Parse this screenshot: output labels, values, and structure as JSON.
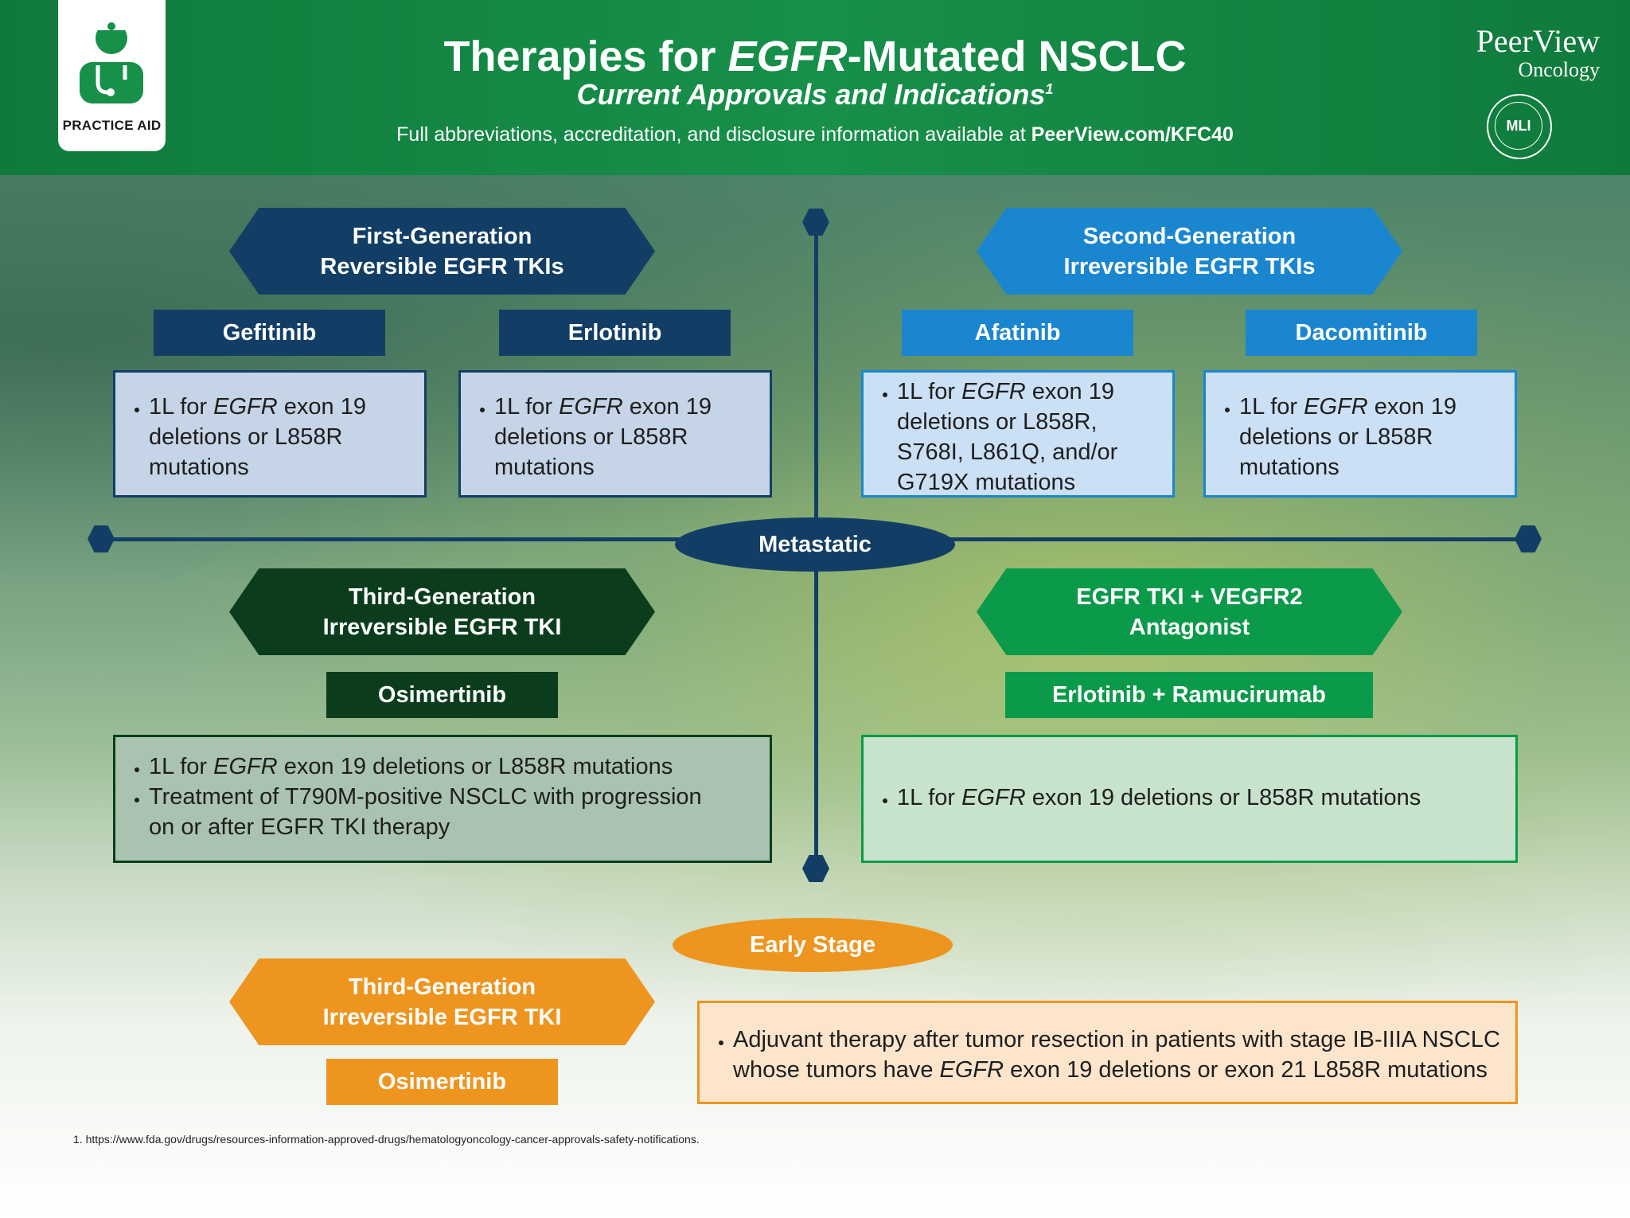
{
  "header": {
    "badge_label": "PRACTICE AID",
    "title_pre": "Therapies for ",
    "title_italic": "EGFR",
    "title_post": "-Mutated NSCLC",
    "subtitle": "Current Approvals and Indications",
    "subtitle_sup": "1",
    "access_text": "Full abbreviations, accreditation, and disclosure information available at ",
    "access_link": "PeerView.com/KFC40",
    "brand_name": "PeerView",
    "brand_sub": "Oncology",
    "seal_text": "MLI"
  },
  "axis": {
    "metastatic": "Metastatic",
    "early_stage": "Early Stage"
  },
  "first_gen": {
    "title_line1": "First-Generation",
    "title_line2": "Reversible EGFR TKIs",
    "drug1": "Gefitinib",
    "drug1_pre": "1L for ",
    "drug1_ital": "EGFR",
    "drug1_post": " exon 19 deletions or L858R mutations",
    "drug2": "Erlotinib",
    "drug2_pre": "1L for ",
    "drug2_ital": "EGFR",
    "drug2_post": " exon 19 deletions or L858R mutations"
  },
  "second_gen": {
    "title_line1": "Second-Generation",
    "title_line2": "Irreversible EGFR TKIs",
    "drug1": "Afatinib",
    "drug1_pre": "1L for ",
    "drug1_ital": "EGFR",
    "drug1_post": " exon 19 deletions or L858R, S768I, L861Q, and/or G719X mutations",
    "drug2": "Dacomitinib",
    "drug2_pre": "1L for ",
    "drug2_ital": "EGFR",
    "drug2_post": " exon 19 deletions or L858R mutations"
  },
  "third_gen_met": {
    "title_line1": "Third-Generation",
    "title_line2": "Irreversible EGFR TKI",
    "drug": "Osimertinib",
    "item1_pre": "1L for ",
    "item1_ital": "EGFR",
    "item1_post": " exon 19 deletions or L858R mutations",
    "item2": "Treatment of T790M-positive NSCLC with progression on or after EGFR TKI therapy"
  },
  "combo": {
    "title_line1": "EGFR TKI + VEGFR2",
    "title_line2": "Antagonist",
    "drug": "Erlotinib + Ramucirumab",
    "item1_pre": "1L for ",
    "item1_ital": "EGFR",
    "item1_post": " exon 19 deletions or L858R mutations"
  },
  "third_gen_early": {
    "title_line1": "Third-Generation",
    "title_line2": "Irreversible EGFR TKI",
    "drug": "Osimertinib",
    "item1_pre": "Adjuvant therapy after tumor resection in patients with stage IB-IIIA NSCLC whose tumors have ",
    "item1_ital": "EGFR",
    "item1_post": " exon 19 deletions or exon 21 L858R mutations"
  },
  "footnote": "1. https://www.fda.gov/drugs/resources-information-approved-drugs/hematologyoncology-cancer-approvals-safety-notifications.",
  "colors": {
    "header_green": "#17904a",
    "first_gen_navy": "#123e66",
    "second_gen_blue": "#1a86cf",
    "third_gen_dark_green": "#0b3d1c",
    "combo_green": "#0a9a4a",
    "early_orange": "#ee951f"
  }
}
